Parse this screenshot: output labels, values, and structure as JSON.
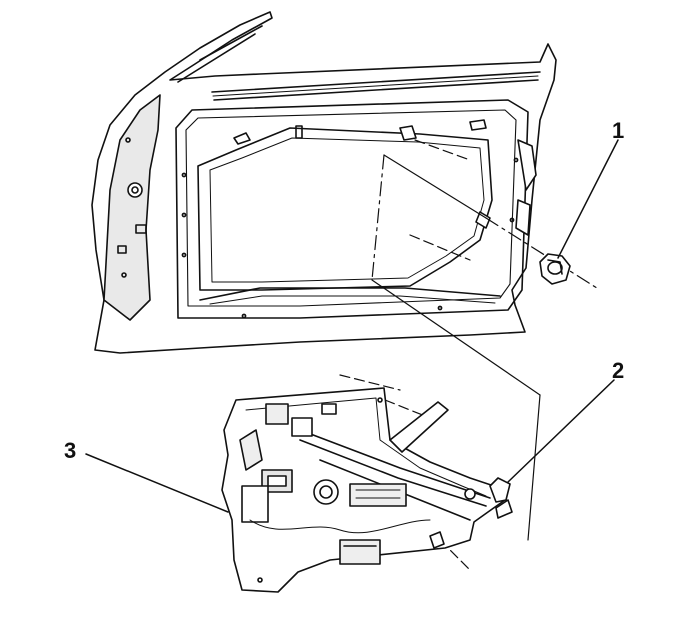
{
  "callouts": [
    {
      "label": "1"
    },
    {
      "label": "2"
    },
    {
      "label": "3"
    }
  ],
  "colors": {
    "line": "#111111",
    "fill": "#ffffff",
    "shade": "#e6e6e6"
  }
}
